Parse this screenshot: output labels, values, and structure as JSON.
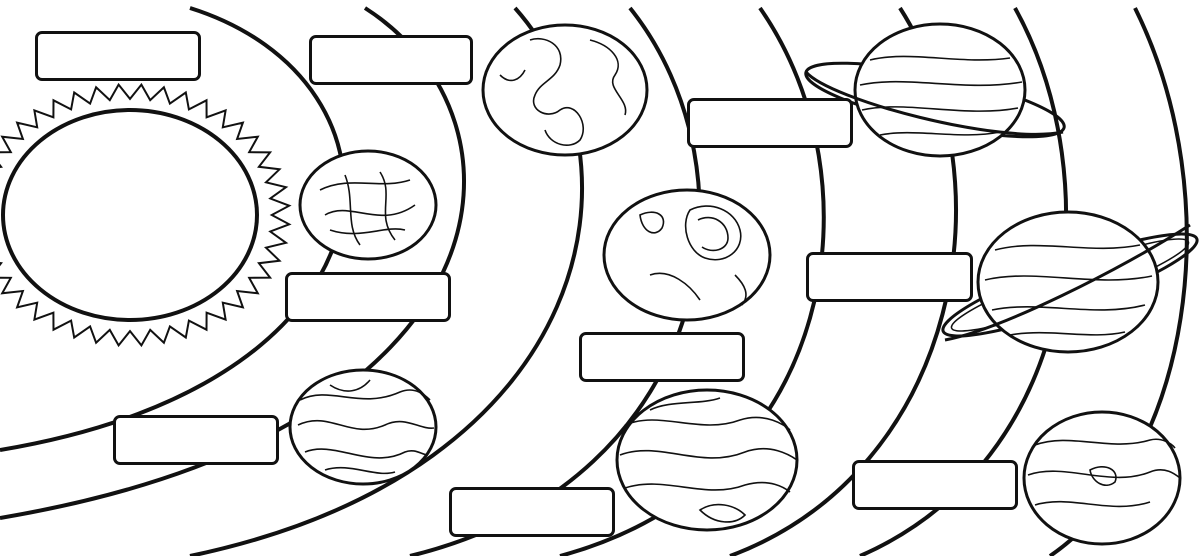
{
  "diagram": {
    "bodies": [
      {
        "id": "sun",
        "kind": "star"
      },
      {
        "id": "planet-1",
        "kind": "rocky"
      },
      {
        "id": "planet-2",
        "kind": "banded"
      },
      {
        "id": "planet-3",
        "kind": "continents"
      },
      {
        "id": "planet-4",
        "kind": "cratered"
      },
      {
        "id": "planet-5",
        "kind": "banded"
      },
      {
        "id": "planet-6",
        "kind": "ringed"
      },
      {
        "id": "planet-7",
        "kind": "ringed"
      },
      {
        "id": "planet-8",
        "kind": "banded"
      }
    ],
    "labels": [
      "",
      "",
      "",
      "",
      "",
      "",
      "",
      "",
      "",
      ""
    ],
    "colors": {
      "ink": "#111111",
      "paper": "#ffffff"
    }
  }
}
